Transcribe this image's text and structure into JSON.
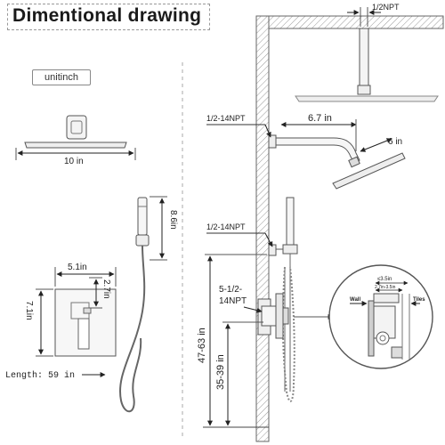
{
  "title": "Dimentional drawing",
  "unit_label": "unitinch",
  "labels": {
    "npt_top": "1/2NPT",
    "npt_arm": "1/2-14NPT",
    "arm_len": "6.7 in",
    "head_small": "6  in",
    "npt_slide": "1/2-14NPT",
    "valve_npt_1": "5-1/2-",
    "valve_npt_2": "14NPT",
    "h_total": "47-63 in",
    "h_valve": "35-39 in",
    "head_width": "10  in",
    "hand_height": "8.6in",
    "valve_w": "5.1in",
    "valve_h": "7.1in",
    "valve_inner": "2.7in",
    "hose_length": "Length: 59 in",
    "detail_max": "≤3.5in",
    "detail_range": "2.7in-3.5in",
    "detail_wall": "Wall",
    "detail_tiles": "Tiles"
  }
}
